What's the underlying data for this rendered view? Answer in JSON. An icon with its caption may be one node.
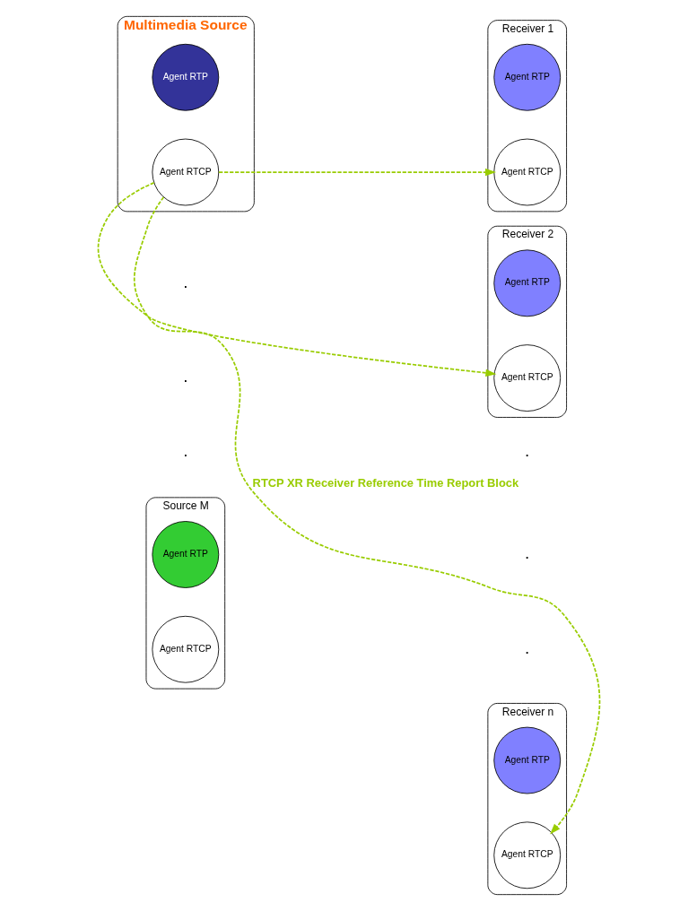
{
  "diagram": {
    "nodes": [
      {
        "text": [
          "Multimedia Source"
        ]
      },
      {
        "text": [
          "Agent RTP"
        ],
        "in": 0
      },
      {
        "text": [
          "Agent RTCP"
        ],
        "in": 0
      },
      {
        "text": [
          "Source M"
        ]
      },
      {
        "text": [
          "Agent RTP"
        ],
        "in": 3
      },
      {
        "text": [
          "Agent RTCP"
        ],
        "in": 3
      },
      {
        "text": [
          "Receiver 1"
        ]
      },
      {
        "text": [
          "Agent RTP"
        ],
        "in": 6
      },
      {
        "text": [
          "Agent RTCP"
        ],
        "in": 6
      },
      {
        "text": [
          "Receiver 2"
        ]
      },
      {
        "text": [
          "Agent RTP"
        ],
        "in": 9
      },
      {
        "text": [
          "Agent RTCP"
        ],
        "in": 9
      },
      {
        "text": [
          "Receiver n"
        ]
      },
      {
        "text": [
          "Agent RTP"
        ],
        "in": 12
      },
      {
        "text": [
          "Agent RTCP"
        ],
        "in": 12
      }
    ],
    "edges": [
      {
        "from": 2,
        "to": 8,
        "arrow": "to",
        "style": "dashed",
        "color": "#99cc00"
      },
      {
        "from": 2,
        "to": 11,
        "arrow": "to",
        "style": "dashed",
        "color": "#99cc00"
      },
      {
        "from": 2,
        "to": 14,
        "arrow": "to",
        "style": "dashed",
        "color": "#99cc00",
        "label": "RTCP XR Receiver Reference Time Report Block"
      }
    ],
    "labels": [
      ".",
      ".",
      ".",
      ".",
      ".",
      "."
    ]
  }
}
